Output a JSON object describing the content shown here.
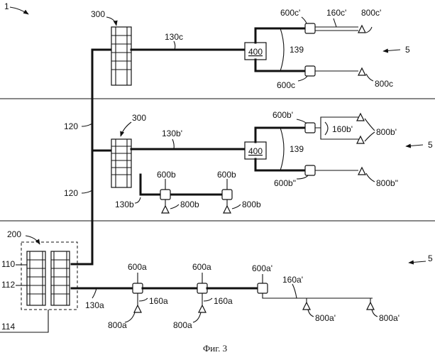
{
  "labels": {
    "ref_1": "1",
    "ref_5_top": "5",
    "ref_5_mid": "5",
    "ref_5_bot": "5",
    "ref_300_top": "300",
    "ref_300_mid": "300",
    "ref_200": "200",
    "ref_130c": "130c",
    "ref_130b_prime": "130b'",
    "ref_130b": "130b",
    "ref_130a": "130a",
    "ref_120_top": "120",
    "ref_120_bot": "120",
    "ref_400_top": "400",
    "ref_400_mid": "400",
    "ref_139_top": "139",
    "ref_139_mid": "139",
    "ref_600c_prime": "600c'",
    "ref_600c": "600c",
    "ref_160c_prime": "160c'",
    "ref_800c_prime": "800c'",
    "ref_800c": "800c",
    "ref_600b_prime": "600b'",
    "ref_600b_dprime": "600b\"",
    "ref_160b_prime": "160b'",
    "ref_800b_prime": "800b'",
    "ref_800b_dprime": "800b\"",
    "ref_600b_left": "600b",
    "ref_600b_right": "600b",
    "ref_800b_left": "800b",
    "ref_800b_right": "800b",
    "ref_110": "110",
    "ref_112": "112",
    "ref_114": "114",
    "ref_600a_1": "600a",
    "ref_600a_2": "600a",
    "ref_600a_prime": "600a'",
    "ref_160a_1": "160a",
    "ref_160a_2": "160a",
    "ref_160a_prime": "160a'",
    "ref_800a_1": "800a",
    "ref_800a_2": "800a",
    "ref_800a_prime_1": "800a'",
    "ref_800a_prime_2": "800a'"
  },
  "caption": "Фиг. 3"
}
